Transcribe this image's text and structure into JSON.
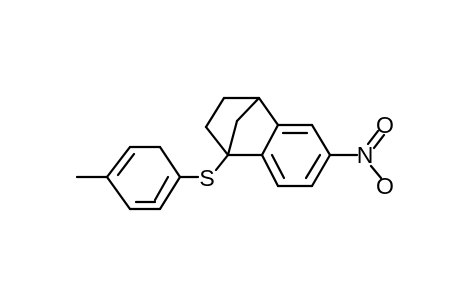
{
  "molecule": {
    "atoms": {
      "sulfur": "S",
      "nitrogen": "N",
      "oxygen_top": "O",
      "oxygen_bottom": "O"
    },
    "colors": {
      "bond": "#000000",
      "label": "#000000",
      "background": "#ffffff"
    }
  }
}
